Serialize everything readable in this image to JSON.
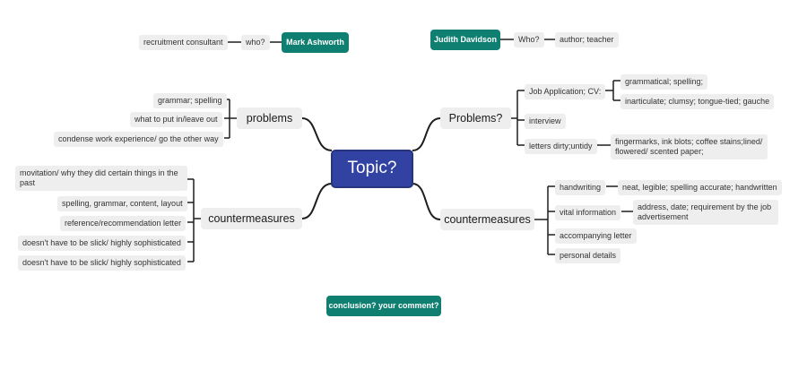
{
  "central": {
    "label": "Topic?",
    "color": "#3142a3"
  },
  "floating": {
    "mark": {
      "name": "Mark Ashworth",
      "question": "who?",
      "answer": "recruitment consultant"
    },
    "judith": {
      "name": "Judith Davidson",
      "question": "Who?",
      "answer": "author; teacher"
    },
    "conclusion": "conclusion? your comment?",
    "accent": "#0e7f70"
  },
  "left_problems": {
    "label": "problems",
    "items": [
      "grammar; spelling",
      "what to put in/leave out",
      "condense work experience/ go the other way"
    ]
  },
  "left_countermeasures": {
    "label": "countermeasures",
    "items": [
      "movitation/ why they did certain things in the past",
      "spelling, grammar, content, layout",
      "reference/recommendation letter",
      "doesn't have to be slick/ highly sophisticated",
      "doesn't have to be slick/ highly sophisticated"
    ]
  },
  "right_problems": {
    "label": "Problems?",
    "job_application": {
      "label": "Job Application; CV:",
      "items": [
        "grammatical; spelling;",
        "inarticulate; clumsy; tongue-tied; gauche"
      ]
    },
    "interview": "interview",
    "letters": {
      "label": "letters dirty;untidy",
      "detail": "fingermarks, ink blots; coffee stains;lined/ flowered/ scented paper;"
    }
  },
  "right_countermeasures": {
    "label": "countermeasures",
    "handwriting": {
      "label": "handwriting",
      "detail": "neat, legible; spelling accurate; handwritten"
    },
    "vital": {
      "label": "vital information",
      "detail": "address, date; requirement by the job advertisement"
    },
    "accompanying": "accompanying letter",
    "personal": "personal details"
  }
}
